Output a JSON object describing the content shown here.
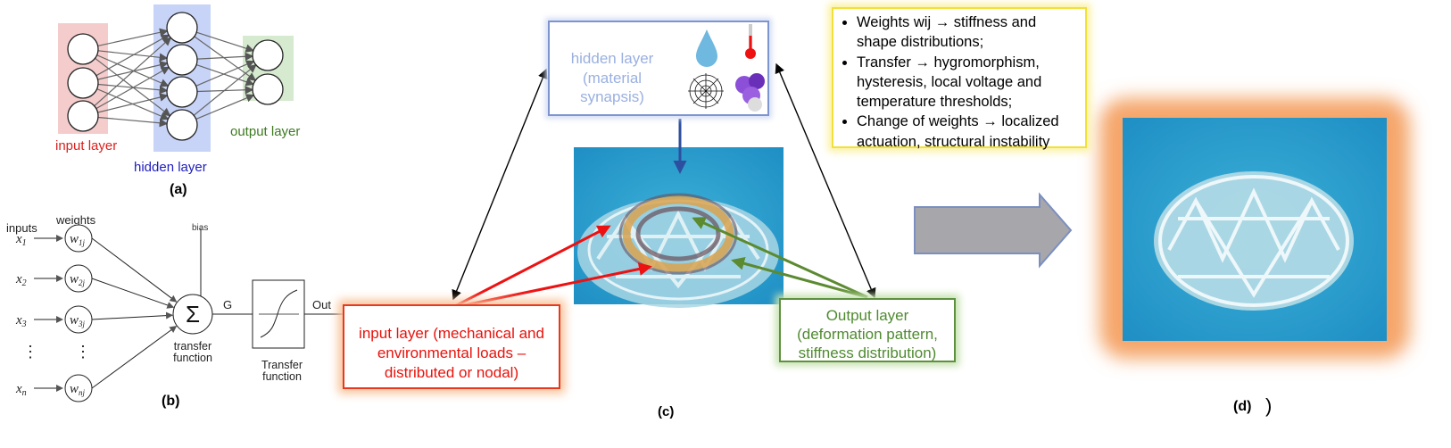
{
  "panel_a": {
    "input_label": "input layer",
    "hidden_label": "hidden layer",
    "output_label": "output layer",
    "caption": "(a)",
    "colors": {
      "input": "#d9211e",
      "hidden": "#2020c0",
      "output": "#3d7a20"
    }
  },
  "panel_b": {
    "inputs_label": "inputs",
    "weights_label": "weights",
    "bias_label": "bias",
    "inputs": [
      "x1",
      "x2",
      "x3",
      "xn"
    ],
    "input_subs": [
      "1",
      "2",
      "3",
      "n"
    ],
    "weights": [
      "w1j",
      "w2j",
      "w3j",
      "wnj"
    ],
    "weight_subs": [
      "1j",
      "2j",
      "3j",
      "nj"
    ],
    "sum_symbol": "Σ",
    "g_label": "G",
    "out_label": "Out",
    "transfer_function_1": [
      "transfer",
      "function"
    ],
    "transfer_function_2": [
      "Transfer",
      "function"
    ],
    "caption": "(b)"
  },
  "panel_c": {
    "hidden_box": [
      "hidden layer",
      "(material",
      "synapsis)"
    ],
    "input_box": [
      "input layer (mechanical and",
      "environmental loads –",
      "distributed or nodal)"
    ],
    "output_box": [
      "Output layer",
      "(deformation pattern,",
      "stiffness distribution)"
    ],
    "caption": "(c)"
  },
  "notes": {
    "items": [
      "Weights wij → stiffness and shape distributions;",
      "Transfer → hygromorphism, hysteresis, local voltage and temperature thresholds;",
      "Change of weights → localized actuation, structural instability"
    ]
  },
  "panel_d": {
    "caption": "(d)",
    "paren": ")"
  }
}
